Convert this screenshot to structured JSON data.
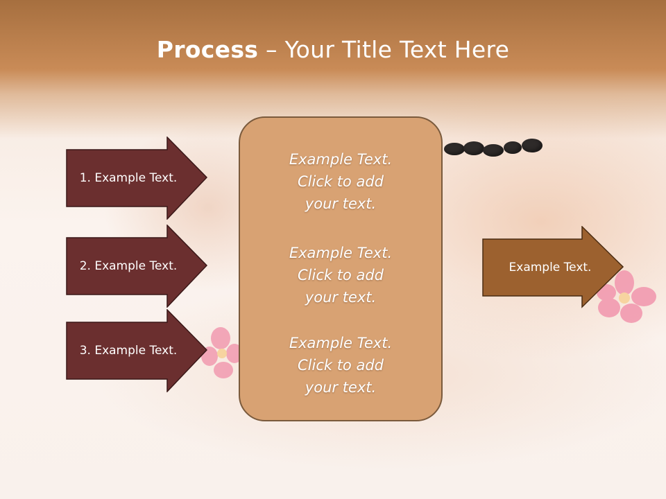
{
  "slide": {
    "title_bold": "Process",
    "title_rest": " – Your Title Text Here"
  },
  "input_arrows": [
    {
      "label": "1. Example Text."
    },
    {
      "label": "2. Example Text."
    },
    {
      "label": "3. Example Text."
    }
  ],
  "center_box": {
    "items": [
      {
        "text": "Example Text.\nClick  to add\nyour text."
      },
      {
        "text": "Example Text.\nClick  to add\nyour text."
      },
      {
        "text": "Example Text.\nClick  to add\nyour text."
      }
    ]
  },
  "output_arrow": {
    "label": "Example Text."
  },
  "colors": {
    "input_arrow_fill": "#6b2f2f",
    "output_arrow_fill": "#9c612f",
    "center_box_fill": "#d8a273",
    "title_band": "#c98b57"
  }
}
